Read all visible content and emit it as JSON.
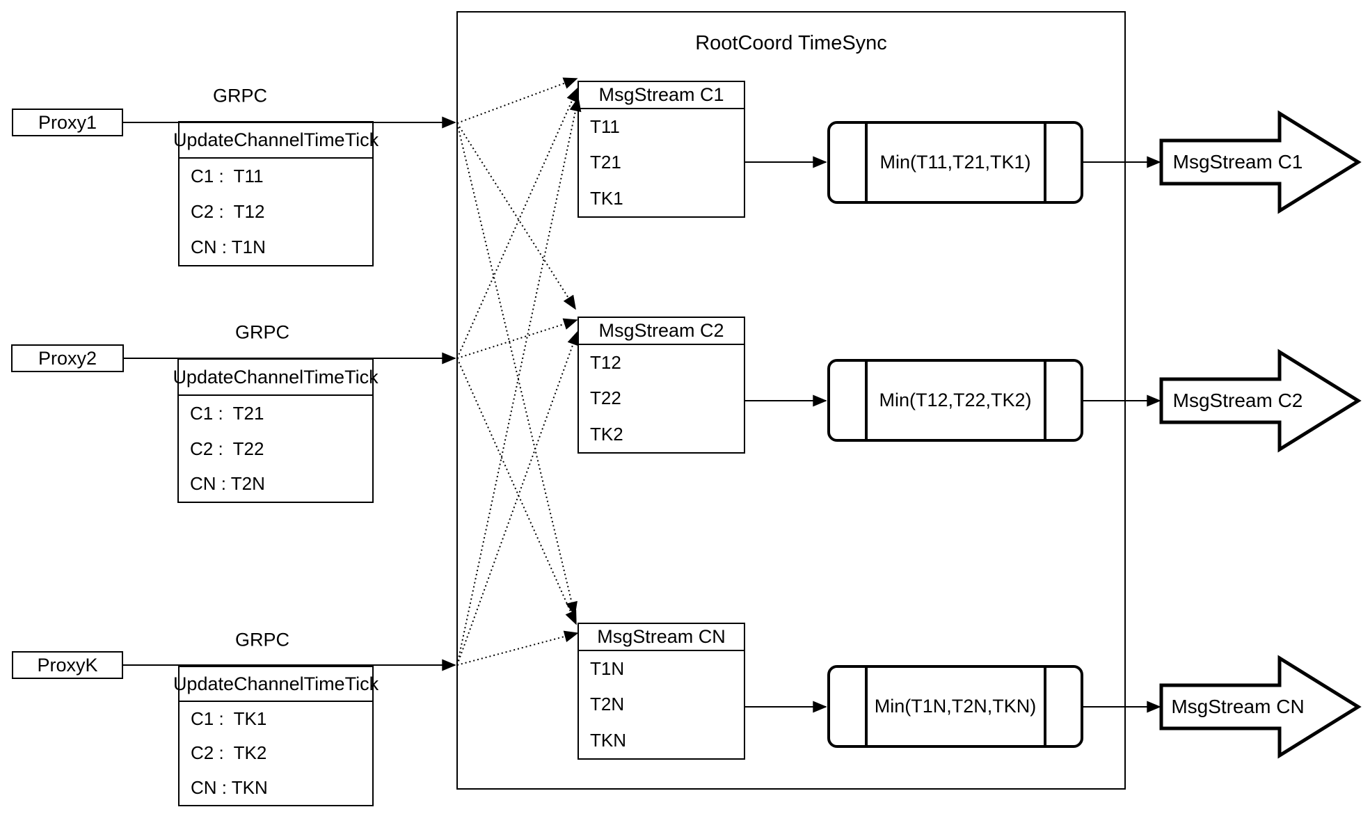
{
  "diagram_title": "RootCoord TimeSync",
  "colors": {
    "line": "#000000",
    "background": "#ffffff"
  },
  "rows": [
    {
      "proxy": "Proxy1",
      "grpc": "GRPC",
      "tick_table": {
        "header": "UpdateChannelTimeTick",
        "rows": [
          "C1 :  T11",
          "C2 :  T12",
          "CN : T1N"
        ]
      },
      "stream_table": {
        "header": "MsgStream C1",
        "rows": [
          "T11",
          "T21",
          "TK1"
        ]
      },
      "min": "Min(T11,T21,TK1)",
      "out_arrow": "MsgStream C1"
    },
    {
      "proxy": "Proxy2",
      "grpc": "GRPC",
      "tick_table": {
        "header": "UpdateChannelTimeTick",
        "rows": [
          "C1 :  T21",
          "C2 :  T22",
          "CN : T2N"
        ]
      },
      "stream_table": {
        "header": "MsgStream C2",
        "rows": [
          "T12",
          "T22",
          "TK2"
        ]
      },
      "min": "Min(T12,T22,TK2)",
      "out_arrow": "MsgStream C2"
    },
    {
      "proxy": "ProxyK",
      "grpc": "GRPC",
      "tick_table": {
        "header": "UpdateChannelTimeTick",
        "rows": [
          "C1 :  TK1",
          "C2 :  TK2",
          "CN : TKN"
        ]
      },
      "stream_table": {
        "header": "MsgStream CN",
        "rows": [
          "T1N",
          "T2N",
          "TKN"
        ]
      },
      "min": "Min(T1N,T2N,TKN)",
      "out_arrow": "MsgStream CN"
    }
  ]
}
